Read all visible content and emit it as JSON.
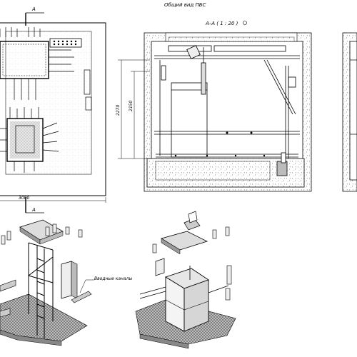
{
  "title": "Общий вид ПБС",
  "section_label": "А–А ( 1 : 20 )",
  "cut_marker": "А",
  "dimensions": {
    "width": "3000",
    "height_total": "2270",
    "height_inner": "2150"
  },
  "annotation_inlet": "Вводные каналы",
  "colors": {
    "line": "#000000",
    "background": "#ffffff"
  }
}
